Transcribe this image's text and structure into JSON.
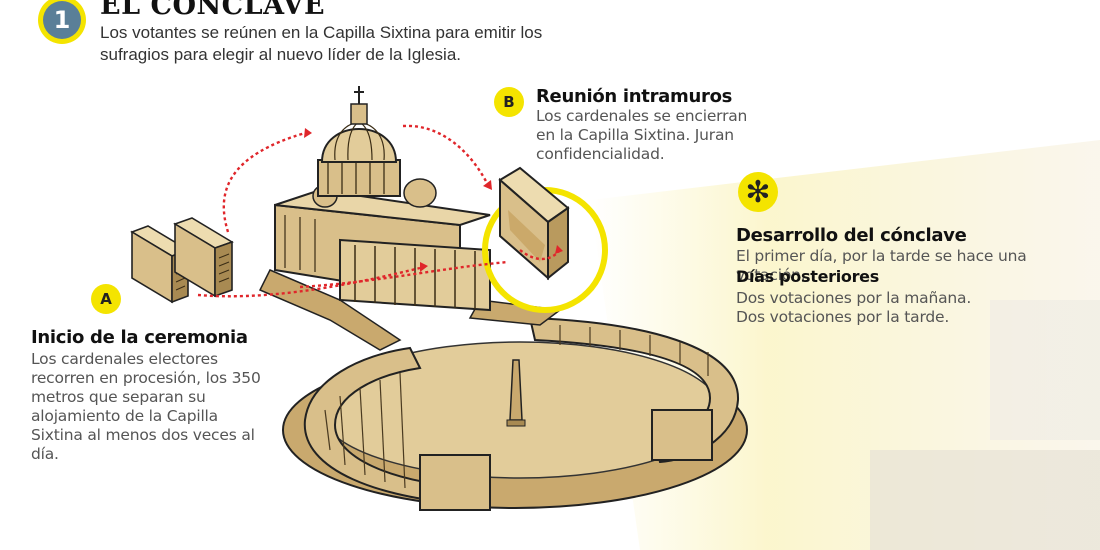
{
  "header": {
    "step_number": "1",
    "title": "EL CÓNCLAVE",
    "description": "Los votantes se reúnen en la Capilla Sixtina para emitir los sufragios para elegir al nuevo líder de la Iglesia."
  },
  "points": {
    "a": {
      "marker": "A",
      "title": "Inicio de la ceremonia",
      "text": "Los cardenales electores recorren en procesión, los 350 metros que separan su alojamiento de la Capilla Sixtina al menos dos veces al día."
    },
    "b": {
      "marker": "B",
      "title": "Reunión intramuros",
      "text": "Los cardenales se encierran en la Capilla Sixtina. Juran confidencialidad."
    },
    "c": {
      "marker": "✻",
      "title": "Desarrollo del cónclave",
      "text": "El primer día, por la tarde se hace una votación.",
      "subtitle": "Días posteriores",
      "subtext_1": "Dos votaciones por la mañana.",
      "subtext_2": "Dos votaciones por la tarde."
    }
  },
  "colors": {
    "accent_yellow": "#f4e400",
    "badge_blue": "#5a7f98",
    "arrow_red": "#e0262b",
    "building_fill": "#d9bf8a",
    "building_shadow": "#a88a52"
  },
  "icons": {
    "star_marker": "asterisk-icon"
  }
}
